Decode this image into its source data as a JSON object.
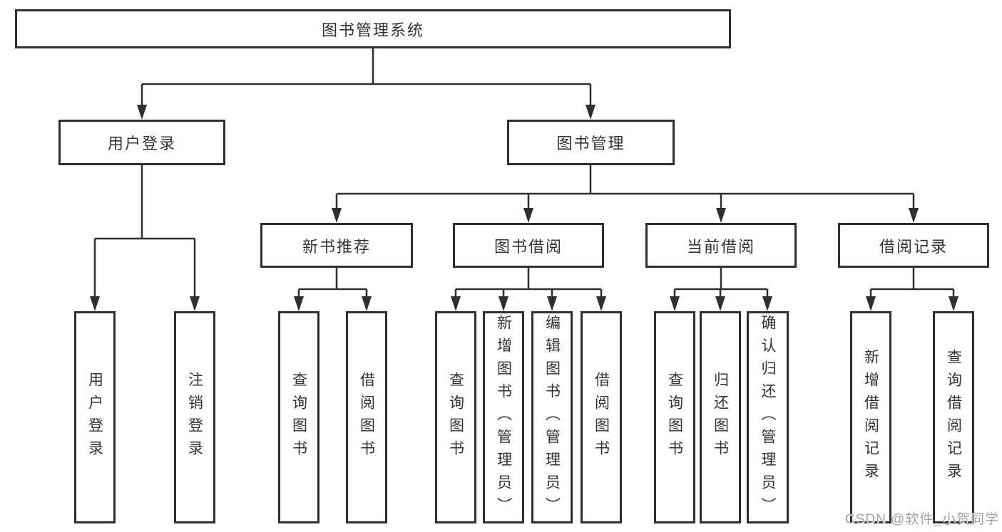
{
  "tree": {
    "label": "图书管理系统",
    "children": [
      {
        "label": "用户登录",
        "children": [
          {
            "label": "用户登录"
          },
          {
            "label": "注销登录"
          }
        ]
      },
      {
        "label": "图书管理",
        "children": [
          {
            "label": "新书推荐",
            "children": [
              {
                "label": "查询图书"
              },
              {
                "label": "借阅图书"
              }
            ]
          },
          {
            "label": "图书借阅",
            "children": [
              {
                "label": "查询图书"
              },
              {
                "label": "新增图书（管理员）"
              },
              {
                "label": "编辑图书（管理员）"
              },
              {
                "label": "借阅图书"
              }
            ]
          },
          {
            "label": "当前借阅",
            "children": [
              {
                "label": "查询图书"
              },
              {
                "label": "归还图书"
              },
              {
                "label": "确认归还（管理员）"
              }
            ]
          },
          {
            "label": "借阅记录",
            "children": [
              {
                "label": "新增借阅记录"
              },
              {
                "label": "查询借阅记录"
              }
            ]
          }
        ]
      }
    ]
  },
  "watermark": {
    "text": "CSDN @软件_小贺同学"
  },
  "colors": {
    "line": "#2f2f2f",
    "box_border": "#2f2f2f",
    "text": "#333333",
    "background": "#ffffff",
    "watermark": "#a3a3a3"
  }
}
